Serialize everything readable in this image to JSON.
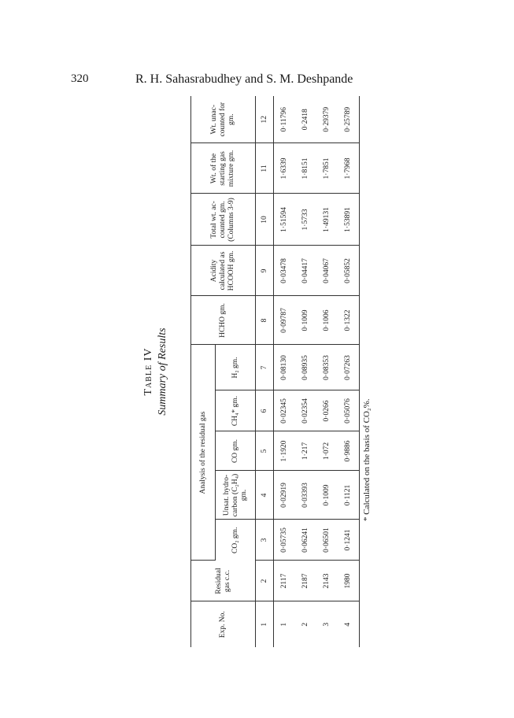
{
  "header": {
    "page_number": "320",
    "running_title": "R. H. Sahasrabudhey and S. M. Deshpande"
  },
  "table": {
    "label": "Table IV",
    "title": "Summary of Results",
    "group_header": "Analysis of the residual gas",
    "columns": [
      "Exp. No.",
      "Residual gas c.c.",
      "CO₂ gm.",
      "Unsat. hydro-carbon (C₂H₄) gm.",
      "CO gm.",
      "CH₄* gm.",
      "H₂ gm.",
      "HCHO gm.",
      "Acidity calculated as HCOOH gm.",
      "Total wt. ac-counted gm. (Columns 3-9)",
      "Wt. of the starting gas mixture gm.",
      "Wt. unac-counted for gm."
    ],
    "column_numbers": [
      "1",
      "2",
      "3",
      "4",
      "5",
      "6",
      "7",
      "8",
      "9",
      "10",
      "11",
      "12"
    ],
    "rows": [
      [
        "1",
        "2117",
        "0·05735",
        "0·02919",
        "1·1920",
        "0·02345",
        "0·08130",
        "0·09787",
        "0·03478",
        "1·51594",
        "1·6339",
        "0·11796"
      ],
      [
        "2",
        "2187",
        "0·06241",
        "0·03393",
        "1·217",
        "0·02354",
        "0·08935",
        "0·1009",
        "0·04417",
        "1·5733",
        "1·8151",
        "0·2418"
      ],
      [
        "3",
        "2143",
        "0·06501",
        "0·1009",
        "1·072",
        "0·0266",
        "0·08353",
        "0·1006",
        "0·04067",
        "1·49131",
        "1·7851",
        "0·29379"
      ],
      [
        "4",
        "1980",
        "0·1241",
        "0·1121",
        "0·9886",
        "0·05076",
        "0·07263",
        "0·1322",
        "0·05852",
        "1·53891",
        "1·7968",
        "0·25789"
      ]
    ],
    "footnote": "* Calculated on the basis of CO₂%."
  }
}
